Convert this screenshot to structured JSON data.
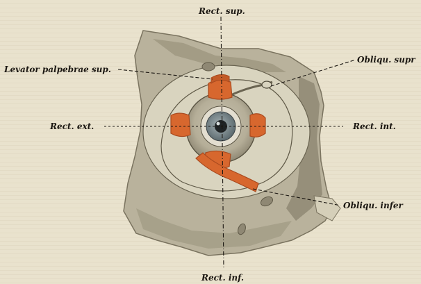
{
  "labels": {
    "rect_sup": "Rect. sup.",
    "levator": "Levator palpebrae sup.",
    "obliqu_supr": "Obliqu. supr",
    "rect_ext": "Rect. ext.",
    "rect_int": "Rect. int.",
    "obliqu_infer": "Obliqu. infer",
    "rect_inf": "Rect. inf."
  },
  "colors": {
    "paper": "#e9e2cd",
    "bone": "#b9b29c",
    "bone_dark": "#8f8874",
    "orbit": "#d9d4bf",
    "muscle": "#d7672e",
    "muscle_shade": "#a94a1f",
    "iris": "#7e8e95",
    "line": "#1b1712"
  }
}
